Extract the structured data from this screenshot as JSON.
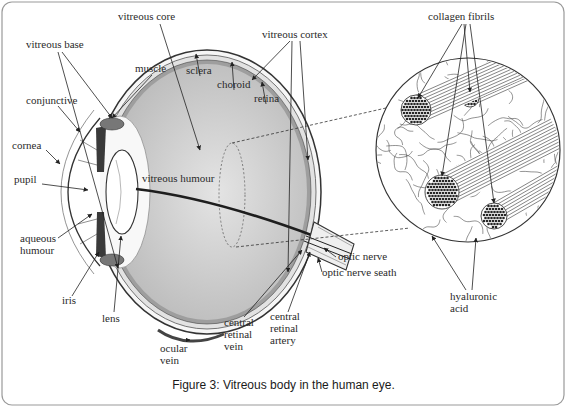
{
  "diagram": {
    "caption": "Figure 3: Vitreous body in the human eye.",
    "labels": [
      "vitreous core",
      "collagen fibrils",
      "vitreous base",
      "vitreous cortex",
      "muscle",
      "sclera",
      "choroid",
      "retina",
      "conjunctive",
      "cornea",
      "pupil",
      "vitreous humour",
      "aqueous humour",
      "optic nerve",
      "optic nerve seath",
      "hyaluronic acid",
      "iris",
      "central retinal artery",
      "lens",
      "central retinal vein",
      "ocular vein"
    ]
  }
}
